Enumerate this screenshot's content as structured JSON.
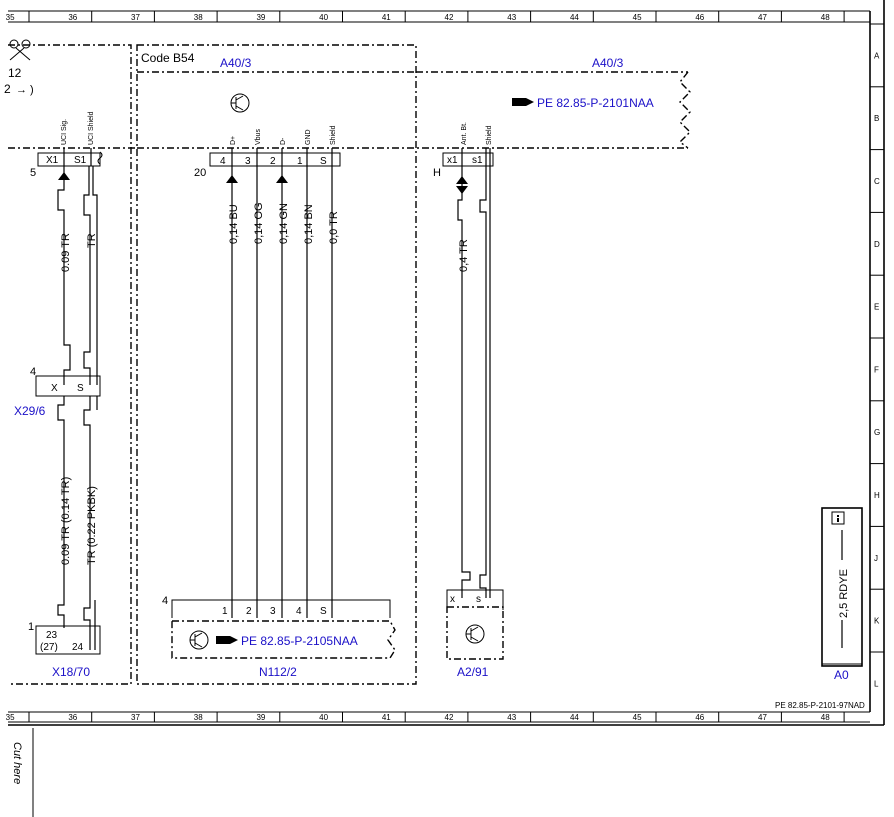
{
  "grid": {
    "columns": [
      "35",
      "36",
      "37",
      "38",
      "39",
      "40",
      "41",
      "42",
      "43",
      "44",
      "45",
      "46",
      "47",
      "48"
    ],
    "rows": [
      "A",
      "B",
      "C",
      "D",
      "E",
      "F",
      "G",
      "H",
      "J",
      "K",
      "L"
    ]
  },
  "labels": {
    "code": "Code B54",
    "a40_left": "A40/3",
    "a40_right": "A40/3",
    "ref_top": "PE 82.85-P-2101NAA",
    "ref_n112": "PE 82.85-P-2105NAA",
    "n112": "N112/2",
    "a291": "A2/91",
    "x29": "X29/6",
    "x18": "X18/70",
    "a0": "A0",
    "doc_ref": "PE 82.85-P-2101-97NAD",
    "cut_here": "Cut here",
    "scissors_num": "12",
    "scissors_num2": "2"
  },
  "pins": {
    "left_top": [
      "UCI Sig.",
      "UCI Shield"
    ],
    "left_x1": "X1",
    "left_s1": "S1",
    "left_pos5": "5",
    "mid_top": [
      "D+",
      "Vbus",
      "D-",
      "GND",
      "Shield"
    ],
    "mid_nums": [
      "4",
      "3",
      "2",
      "1",
      "S"
    ],
    "mid_pos20": "20",
    "right_top": [
      "Ant. Bt.",
      "Shield"
    ],
    "right_x1": "x1",
    "right_s1": "s1",
    "right_h": "H",
    "x29_pos": "4",
    "x29_x": "X",
    "x29_s": "S",
    "x18_pos": "1",
    "x18_23": "23",
    "x18_27": "(27)",
    "x18_24": "24",
    "n112_pos": "4",
    "n112_nums": [
      "1",
      "2",
      "3",
      "4",
      "S"
    ],
    "a291_x": "x",
    "a291_s": "s"
  },
  "wires": {
    "left_upper": [
      "0.09 TR",
      "TR"
    ],
    "left_lower": [
      "0.09 TR (0.14 TR)",
      "TR (0.22 PKBK)"
    ],
    "mid": [
      "0,14 BU",
      "0,14 OG",
      "0,14 GN",
      "0,14 BN",
      "0,0 TR"
    ],
    "right": "0,4 TR",
    "a0": "2,5 RDYE"
  }
}
